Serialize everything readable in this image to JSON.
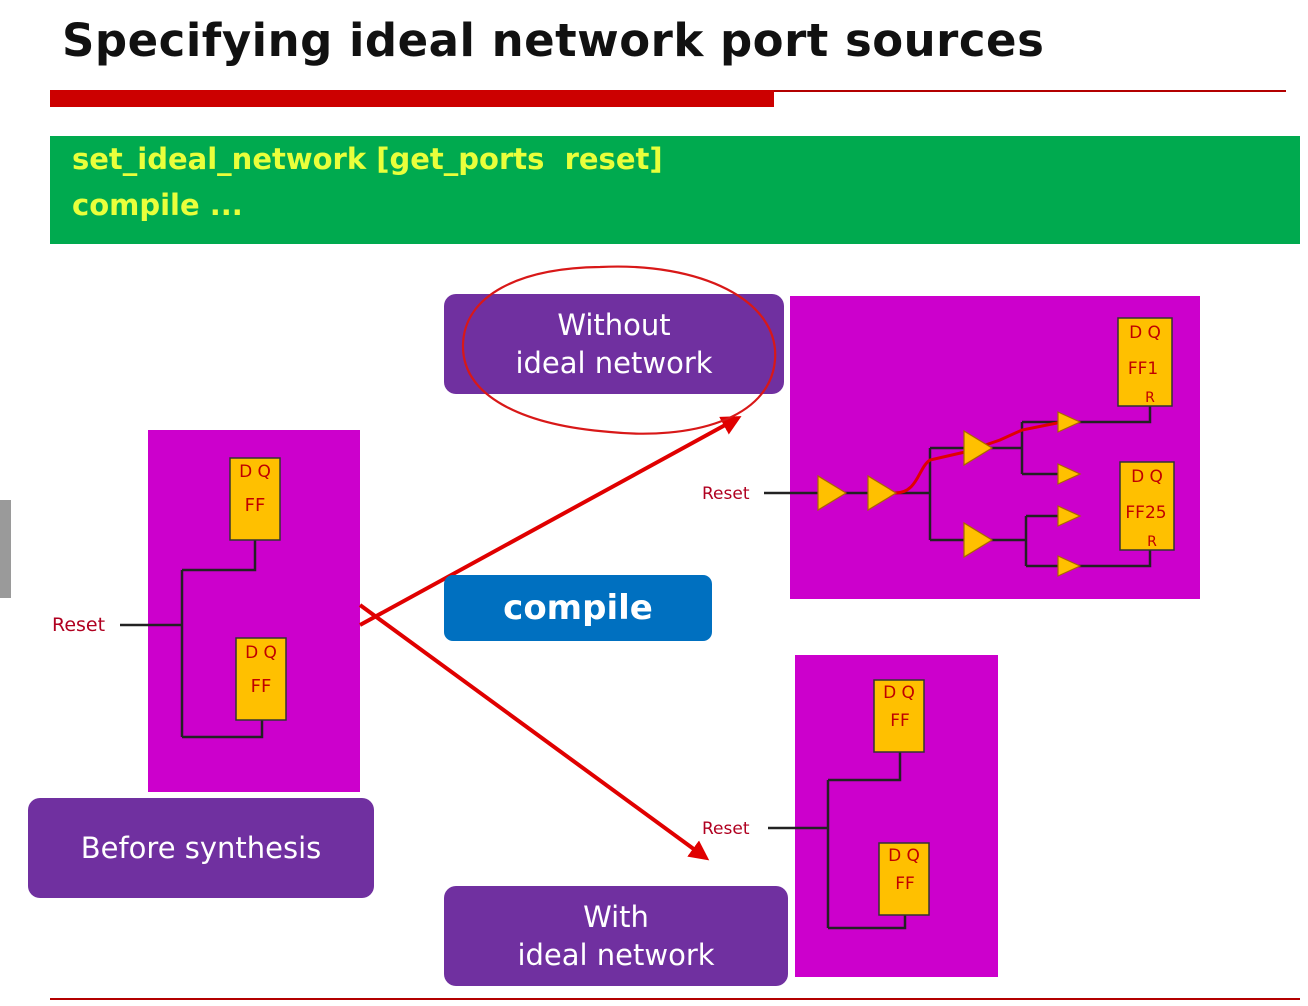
{
  "title": "Specifying ideal network port sources",
  "commands": [
    "set_ideal_network [get_ports  reset]",
    "compile ..."
  ],
  "labels": {
    "without_line1": "Without",
    "without_line2": "ideal network",
    "with_line1": "With",
    "with_line2": "ideal network",
    "before": "Before synthesis",
    "compile": "compile"
  },
  "circuits": {
    "reset_label": "Reset",
    "ff_pins": "D Q",
    "ff_name": "FF",
    "ff1_name": "FF1",
    "ff25_name": "FF25",
    "reset_pin": "R"
  },
  "colors": {
    "title_bar": "#cc0000",
    "command_band": "#00aa4f",
    "command_text": "#e9ff3b",
    "label_box": "#7030a0",
    "compile_box": "#0070c0",
    "circuit_bg": "#cc00cc",
    "flipflop": "#ffc000",
    "arrow": "#e00000"
  }
}
